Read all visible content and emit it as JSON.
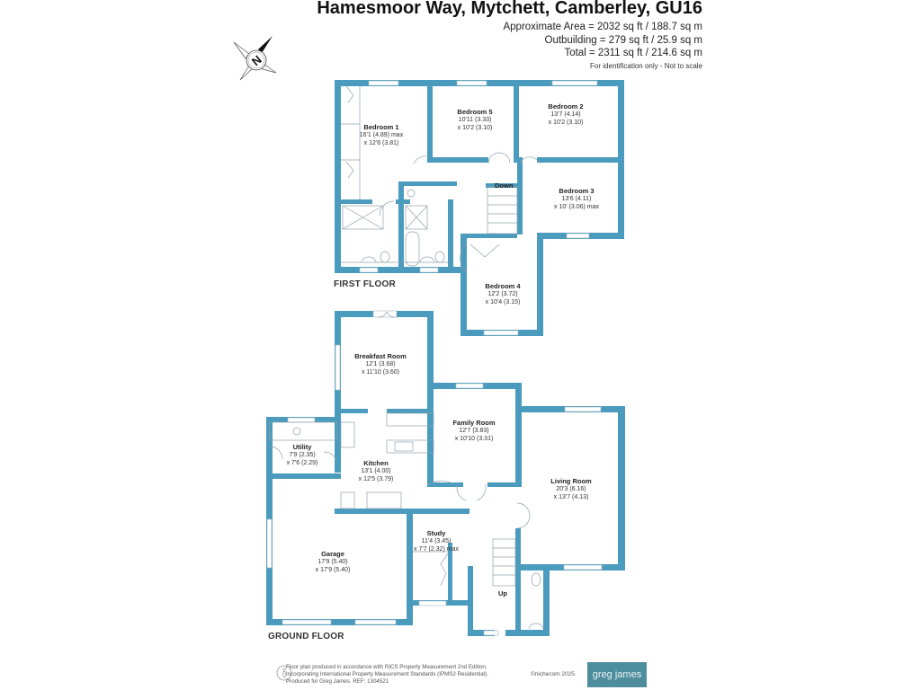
{
  "header": {
    "title": "Hamesmoor Way, Mytchett, Camberley, GU16",
    "areas": [
      "Approximate Area = 2032 sq ft / 188.7 sq m",
      "Outbuilding = 279 sq ft / 25.9 sq m",
      "Total = 2311 sq ft / 214.6 sq m"
    ],
    "note": "For identification only - Not to scale"
  },
  "compass": {
    "icon": "north-compass-icon",
    "letter": "N"
  },
  "colors": {
    "wall": "#4a9bbd",
    "window": "#ffffff",
    "fixture": "#9aaab3",
    "logo_bg": "#4e8d9c"
  },
  "first_floor": {
    "label": "FIRST FLOOR",
    "stairs_label": "Down",
    "rooms": [
      {
        "name": "Bedroom 1",
        "dim1": "16'1 (4.89) max",
        "dim2": "x 12'6 (3.81)"
      },
      {
        "name": "Bedroom 5",
        "dim1": "10'11 (3.33)",
        "dim2": "x 10'2 (3.10)"
      },
      {
        "name": "Bedroom 2",
        "dim1": "13'7 (4.14)",
        "dim2": "x 10'2 (3.10)"
      },
      {
        "name": "Bedroom 3",
        "dim1": "13'6 (4.11)",
        "dim2": "x 10' (3.06) max"
      },
      {
        "name": "Bedroom 4",
        "dim1": "12'2 (3.72)",
        "dim2": "x 10'4 (3.15)"
      }
    ]
  },
  "ground_floor": {
    "label": "GROUND FLOOR",
    "stairs_label": "Up",
    "rooms": [
      {
        "name": "Breakfast Room",
        "dim1": "12'1 (3.68)",
        "dim2": "x 11'10 (3.60)"
      },
      {
        "name": "Utility",
        "dim1": "7'9 (2.35)",
        "dim2": "x 7'6 (2.29)"
      },
      {
        "name": "Kitchen",
        "dim1": "13'1 (4.00)",
        "dim2": "x 12'5 (3.79)"
      },
      {
        "name": "Family Room",
        "dim1": "12'7 (3.83)",
        "dim2": "x 10'10 (3.31)"
      },
      {
        "name": "Living Room",
        "dim1": "20'3 (6.16)",
        "dim2": "x 13'7 (4.13)"
      },
      {
        "name": "Garage",
        "dim1": "17'9 (5.40)",
        "dim2": "x 17'9 (5.40)"
      },
      {
        "name": "Study",
        "dim1": "11'4 (3.45)",
        "dim2": "x 7'7 (2.32) max"
      }
    ]
  },
  "footer": {
    "lines": [
      "Floor plan produced in accordance with RICS Property Measurement 2nd Edition,",
      "Incorporating International Property Measurement Standards (IPMS2 Residential).",
      "Produced for Greg James.   REF: 1304521"
    ],
    "copyright": "©nichecom 2025.",
    "logo": "greg james"
  }
}
